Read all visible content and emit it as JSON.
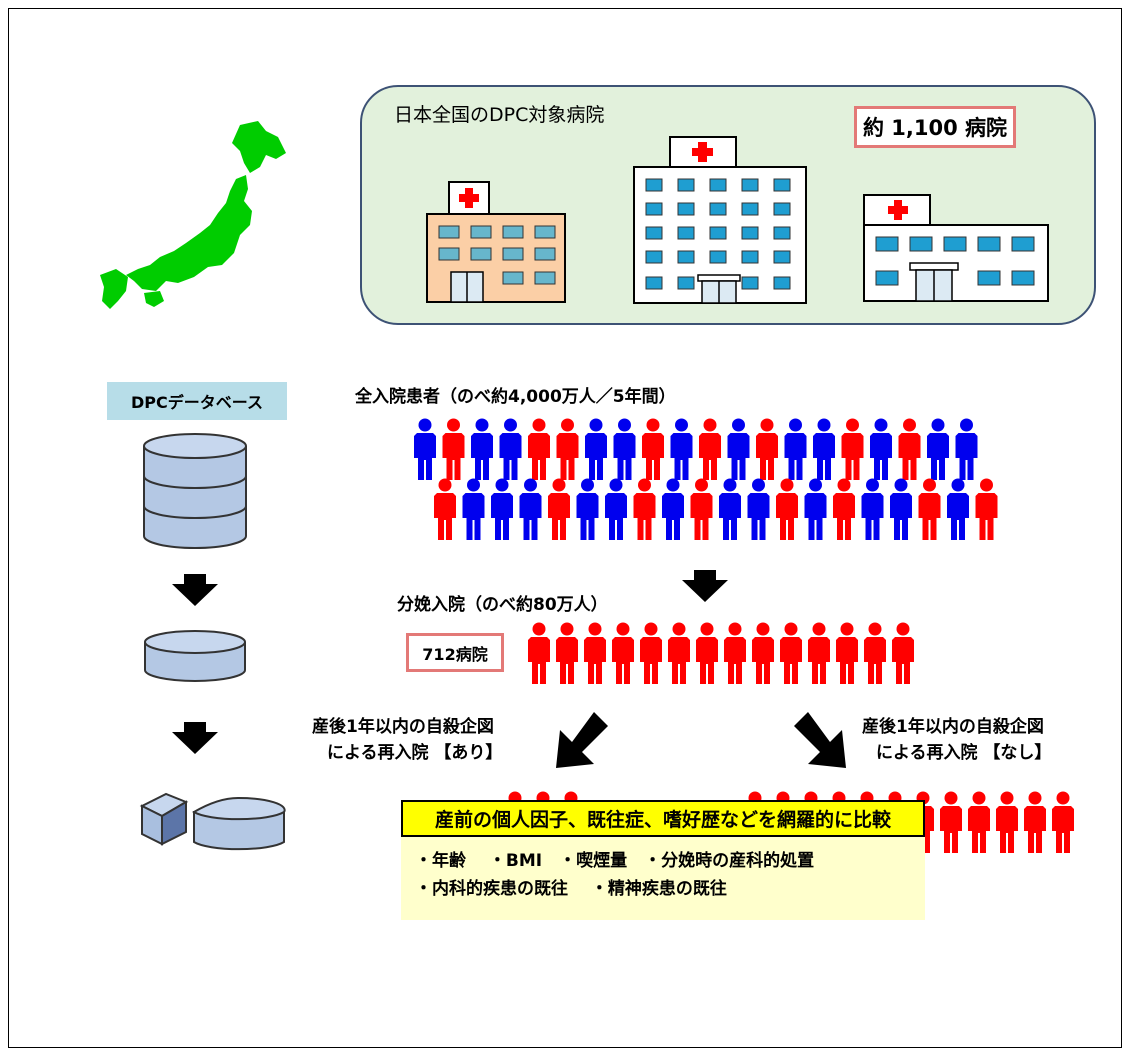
{
  "hospitals": {
    "title": "日本全国のDPC対象病院",
    "count": "約 1,100 病院"
  },
  "database": {
    "label": "DPCデータベース"
  },
  "all_patients": {
    "label": "全入院患者（のべ約4,000万人／5年間）"
  },
  "delivery": {
    "label": "分娩入院（のべ約80万人）",
    "hospital_count": "712病院"
  },
  "outcome_yes": {
    "line1": "産後1年以内の自殺企図",
    "line2": "による再入院 【あり】"
  },
  "outcome_no": {
    "line1": "産後1年以内の自殺企図",
    "line2": "による再入院 【なし】"
  },
  "comparison": {
    "title": "産前の個人因子、既往症、嗜好歴などを網羅的に比較",
    "line1": "・年齢　 ・BMI　・喫煙量　・分娩時の産科的処置",
    "line2": "・内科的疾患の既往　 ・精神疾患の既往"
  },
  "colors": {
    "map_green": "#00cc00",
    "patient_red": "#ff0000",
    "patient_blue": "#0000ee",
    "panel_green": "#e2f1dc",
    "badge_border": "#e37977",
    "db_label_bg": "#b7dde8",
    "highlight_yellow": "#ffff00",
    "cylinder_blue": "#b4c8e4"
  },
  "icons": [
    "japan-map-icon",
    "hospital-icon",
    "database-icon",
    "person-icon",
    "arrow-down-icon",
    "double-arrow-icon",
    "pie-split-icon"
  ]
}
